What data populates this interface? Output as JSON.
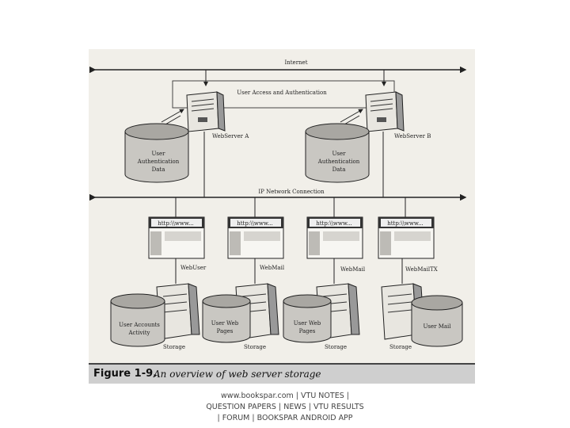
{
  "figure": {
    "internet": "Internet",
    "auth": "User Access and Authentication",
    "server_a": "WebServer A",
    "server_b": "WebServer B",
    "authdb_a": [
      "User",
      "Authentication",
      "Data"
    ],
    "authdb_b": [
      "User",
      "Authentication",
      "Data"
    ],
    "network": "IP Network Connection",
    "browser_url": [
      "http:\\\\www...",
      "http:\\\\www...",
      "http:\\\\www...",
      "http:\\\\www..."
    ],
    "apps": [
      "WebUser",
      "WebMail",
      "WebMail",
      "WebMailTX"
    ],
    "dbs": [
      [
        "User Accounts",
        "Activity"
      ],
      [
        "User Web",
        "Pages"
      ],
      [
        "User Web",
        "Pages"
      ],
      [
        "User Mail"
      ]
    ],
    "storage": "Storage",
    "caption_number": "Figure 1-9.",
    "caption_title": "An overview of web server storage"
  },
  "footer": {
    "line1": "www.bookspar.com | VTU NOTES |",
    "line2": "QUESTION PAPERS | NEWS | VTU RESULTS",
    "line3": "| FORUM | BOOKSPAR ANDROID APP"
  }
}
